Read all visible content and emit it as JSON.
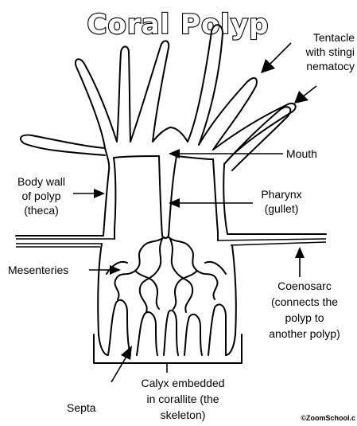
{
  "title": "Coral Polyp",
  "labels": {
    "tentacles": [
      "Tentacle",
      "with stingi",
      "nematocy"
    ],
    "mouth": "Mouth",
    "body_wall": [
      "Body wall",
      "of polyp",
      "(theca)"
    ],
    "pharynx": [
      "Pharynx",
      "(gullet)"
    ],
    "mesenteries": "Mesenteries",
    "coenosarc": [
      "Coenosarc",
      "(connects the",
      "polyp to",
      "another polyp)"
    ],
    "calyx": [
      "Calyx embedded",
      "in corallite (the",
      "skeleton)"
    ],
    "septa": "Septa"
  },
  "credit": "©ZoomSchool.c"
}
